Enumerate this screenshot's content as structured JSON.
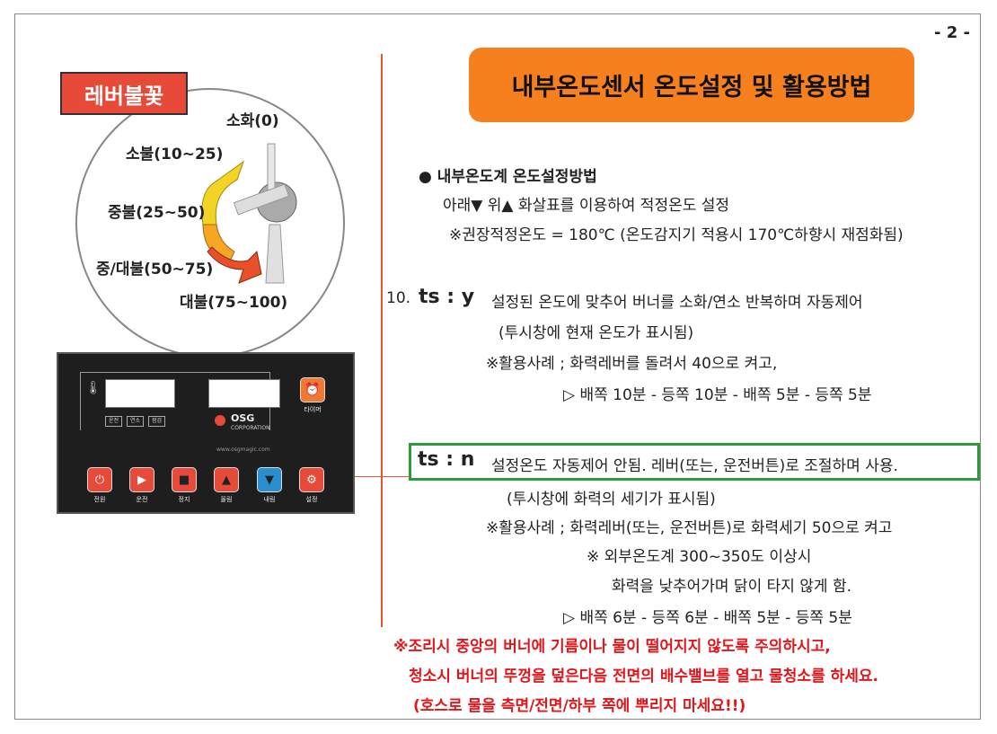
{
  "page_number": "- 2 -",
  "title": "내부온도센서 온도설정 및 활용방법",
  "lever": {
    "label": "레버불꽃",
    "levels": [
      "소화(0)",
      "소불(10~25)",
      "중불(25~50)",
      "중/대불(50~75)",
      "대불(75~100)"
    ]
  },
  "panel": {
    "brand": "OSG",
    "brand_sub": "CORPORATION",
    "website": "www.osgmagic.com",
    "timer_label": "타이머",
    "status_labels": [
      "운전",
      "연소",
      "점검"
    ],
    "buttons": [
      "전원",
      "운전",
      "정지",
      "올림",
      "내림",
      "설정"
    ]
  },
  "section1": {
    "heading": "내부온도계 온도설정방법",
    "line1": "아래▼ 위▲ 화살표를 이용하여 적정온도 설정",
    "line2": "※권장적정온도 = 180℃ (온도감지기 적용시 170℃하향시 재점화됨)"
  },
  "ts_y": {
    "number": "10.",
    "code": "ts : y",
    "desc": "설정된 온도에 맞추어 버너를 소화/연소 반복하며 자동제어",
    "note": "(투시창에 현재 온도가 표시됨)",
    "example": "※활용사례 ; 화력레버를 돌려서 40으로 켜고,",
    "sequence": "▷ 배쪽 10분 - 등쪽 10분 - 배쪽 5분 - 등쪽 5분"
  },
  "ts_n": {
    "code": "ts : n",
    "desc": "설정온도 자동제어 안됨. 레버(또는, 운전버튼)로 조절하며 사용.",
    "note": "(투시창에 화력의 세기가 표시됨)",
    "example": "※활용사례 ; 화력레버(또는, 운전버튼)로 화력세기 50으로 켜고",
    "outer_note": "※ 외부온도계 300~350도 이상시",
    "outer_note2": "화력을 낮추어가며 닭이 타지 않게 함.",
    "sequence": "▷ 배쪽 6분 - 등쪽 6분 - 배쪽 5분 - 등쪽 5분"
  },
  "warnings": [
    "※조리시 중앙의 버너에 기름이나 물이 떨어지지 않도록 주의하시고,",
    "청소시 버너의 뚜껑을 덮은다음 전면의 배수밸브를 열고 물청소를 하세요.",
    "(호스로 물을 측면/전면/하부 쪽에 뿌리지 마세요!!)"
  ],
  "colors": {
    "title_bg": "#f7801e",
    "lever_label_bg": "#e84a3a",
    "highlight_box": "#2e9b3a",
    "warning": "#e2151b"
  }
}
